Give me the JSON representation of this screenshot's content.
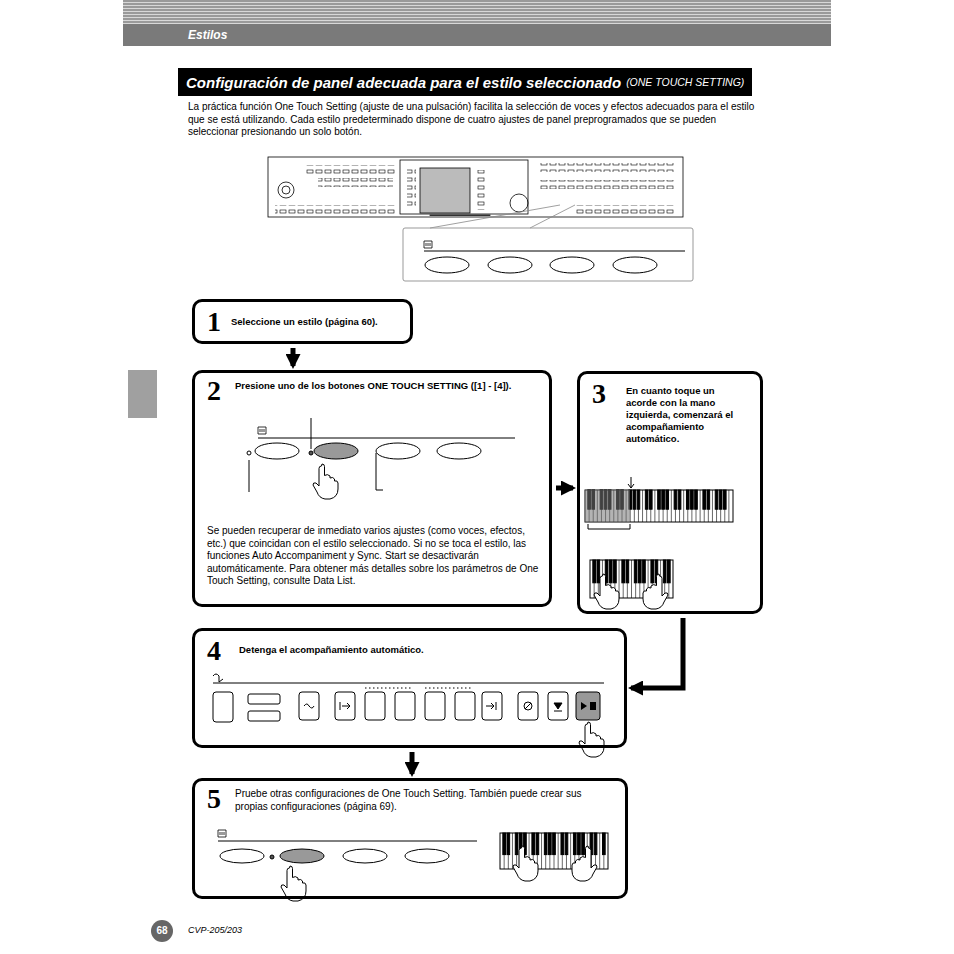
{
  "diagram": {
    "title": "Configuración de panel adecuada para el estilo seleccionado",
    "nodes": [
      {
        "text": [
          "1",
          "Seleccione un estilo (página 60)."
        ]
      },
      {
        "text": [
          "2",
          "Presione uno de los botones ONE TOUCH SETTING ([1] - [4]).",
          "Se pueden recuperar de inmediato varios ajustes (como voces, efectos, etc.) que coincidan con el estilo seleccionado. Si no se toca el estilo, las funciones Auto Accompaniment y Sync. Start se desactivarán automáticamente. Para obtener más detalles sobre los parámetros de One Touch Setting, consulte Data List."
        ]
      },
      {
        "text": [
          "3",
          "En cuanto toque un acorde con la mano izquierda, comenzará el acompañamiento automático."
        ]
      },
      {
        "text": [
          "4",
          "Detenga el acompañamiento automático."
        ]
      },
      {
        "text": [
          "5",
          "Pruebe otras configuraciones de One Touch Setting. También puede crear sus propias configuraciones (página 69)."
        ]
      }
    ],
    "edges": [
      {
        "from": 0,
        "to": 1,
        "arrow": "to"
      },
      {
        "from": 1,
        "to": 2,
        "arrow": "to"
      },
      {
        "from": 2,
        "to": 3,
        "arrow": "to"
      },
      {
        "from": 3,
        "to": 4,
        "arrow": "to"
      }
    ],
    "labels": [
      "Estilos",
      "(ONE TOUCH SETTING)",
      "La práctica función One Touch Setting (ajuste de una pulsación) facilita la selección de voces y efectos adecuados para el estilo que se está utilizando. Cada estilo predeterminado dispone de cuatro ajustes de panel preprogramados que se pueden seleccionar presionando un solo botón.",
      "68",
      "CVP-205/203"
    ]
  }
}
